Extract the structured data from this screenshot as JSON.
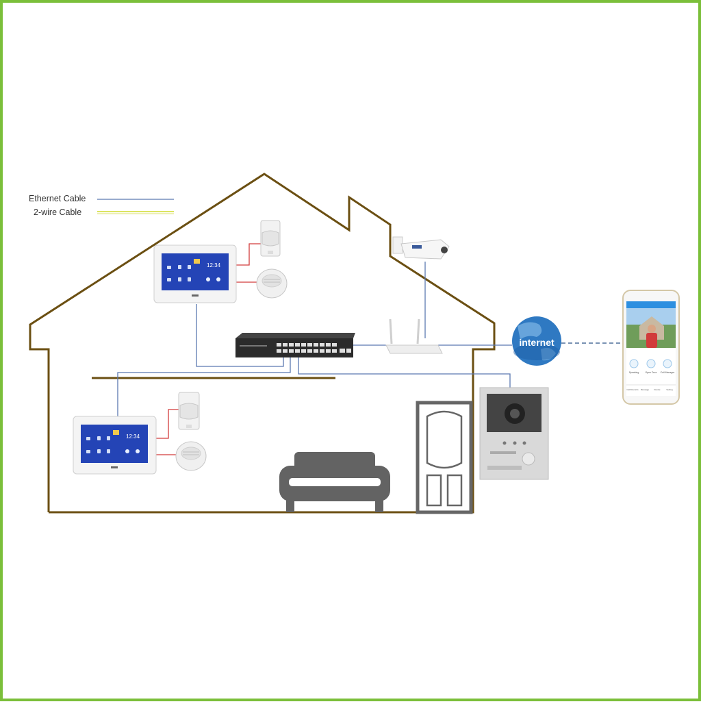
{
  "legend": {
    "ethernet_label": "Ethernet Cable",
    "two_wire_label": "2-wire Cable"
  },
  "colors": {
    "frame": "#7bbf3a",
    "house_outline": "#6b4f12",
    "ethernet": "#5a78b0",
    "two_wire_a": "#c8d400",
    "two_wire_b": "#e4e88a",
    "alarm_wire": "#d23b3b",
    "door": "#666666",
    "sofa": "#636363",
    "internet_link": "#4d6f9a"
  },
  "indoor_monitor": {
    "clock": "12:34"
  },
  "globe": {
    "label": "internet"
  },
  "phone_app": {
    "buttons": [
      "Speaking",
      "Open Door",
      "Call Manager"
    ],
    "tabs": [
      "Call Records",
      "Message",
      "Device",
      "Setting"
    ]
  }
}
